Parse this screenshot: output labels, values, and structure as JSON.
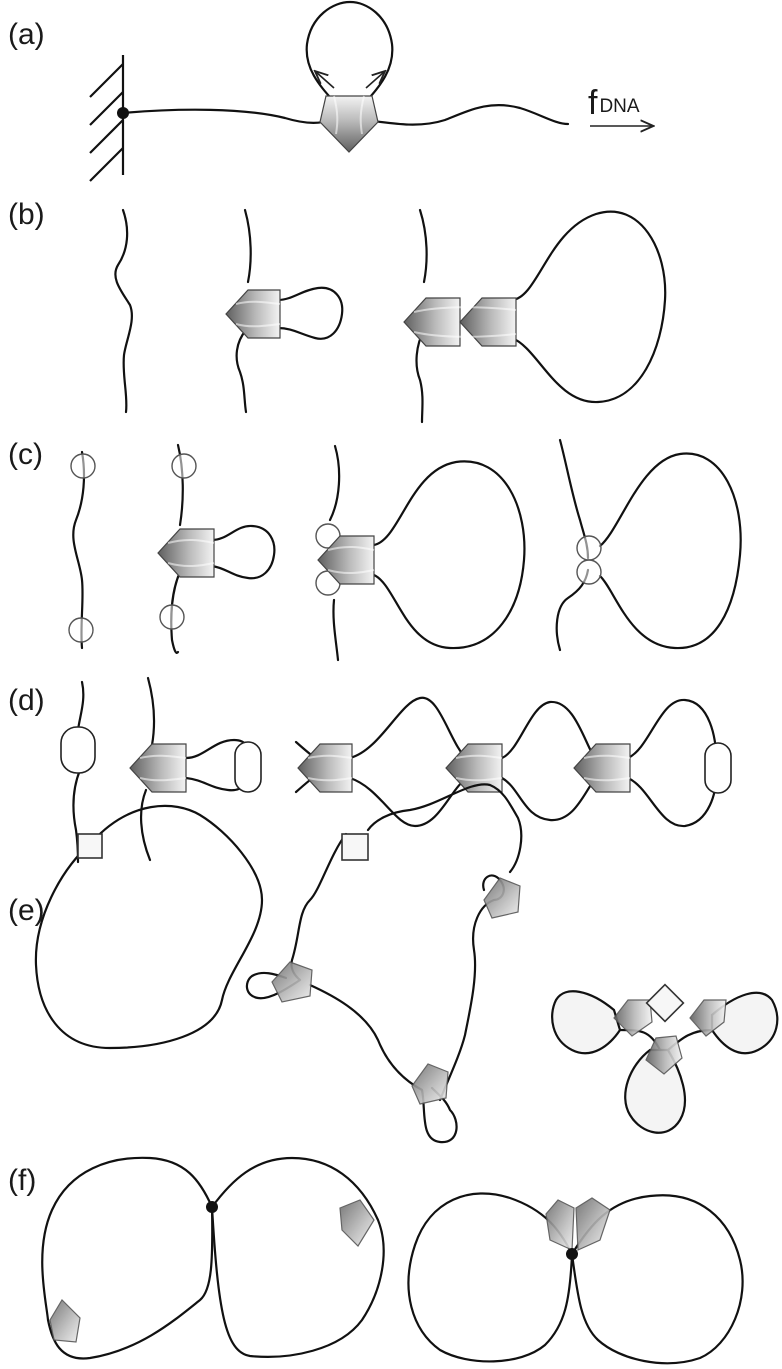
{
  "panels": {
    "a": "(a)",
    "b": "(b)",
    "c": "(c)",
    "d": "(d)",
    "e": "(e)",
    "f": "(f)"
  },
  "force_label": {
    "main": "f",
    "subscript": "DNA"
  },
  "colors": {
    "dna": "#111111",
    "motor_dark": "#6e6e6e",
    "motor_light": "#f2f2f2",
    "barrier_fill": "#ffffff"
  }
}
